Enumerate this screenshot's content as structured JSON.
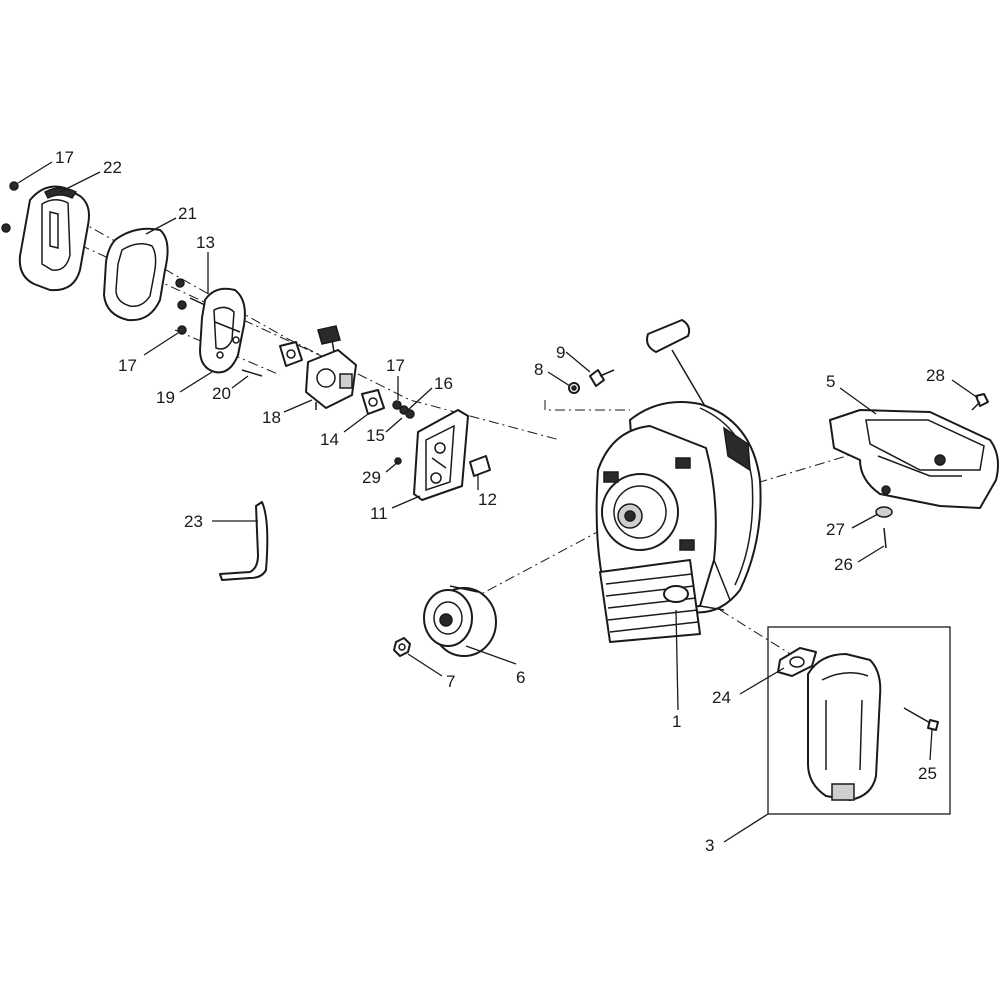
{
  "diagram": {
    "callouts": {
      "c1": "1",
      "c3": "3",
      "c5": "5",
      "c6": "6",
      "c7": "7",
      "c8": "8",
      "c9": "9",
      "c11": "11",
      "c12": "12",
      "c13": "13",
      "c14": "14",
      "c15": "15",
      "c16": "16",
      "c17a": "17",
      "c17b": "17",
      "c17c": "17",
      "c18": "18",
      "c19": "19",
      "c20": "20",
      "c21": "21",
      "c22": "22",
      "c23": "23",
      "c24": "24",
      "c25": "25",
      "c26": "26",
      "c27": "27",
      "c28": "28",
      "c29": "29"
    }
  }
}
